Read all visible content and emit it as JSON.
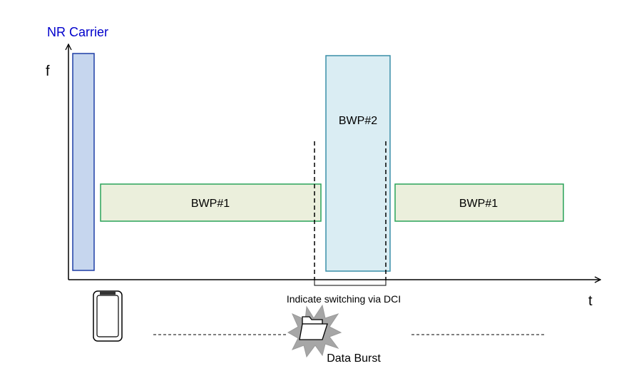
{
  "carrier_label": "NR Carrier",
  "axis": {
    "y_label": "f",
    "x_label": "t"
  },
  "bwp_blocks": [
    {
      "label": "BWP#1"
    },
    {
      "label": "BWP#2"
    },
    {
      "label": "BWP#1"
    }
  ],
  "switch_annotation": "Indicate switching via DCI",
  "burst_label": "Data Burst",
  "colors": {
    "carrier_text": "#0000cc",
    "carrier_fill": "#c6d6ee",
    "carrier_stroke": "#1f3ea6",
    "bwp1_fill": "#ebefdc",
    "bwp1_stroke": "#2aa35a",
    "bwp2_fill": "#daedf3",
    "bwp2_stroke": "#3a8fa8",
    "axis": "#000000",
    "burst": "#a6a6a6"
  },
  "icons": [
    "phone-icon",
    "folder-icon",
    "burst-star-icon"
  ]
}
